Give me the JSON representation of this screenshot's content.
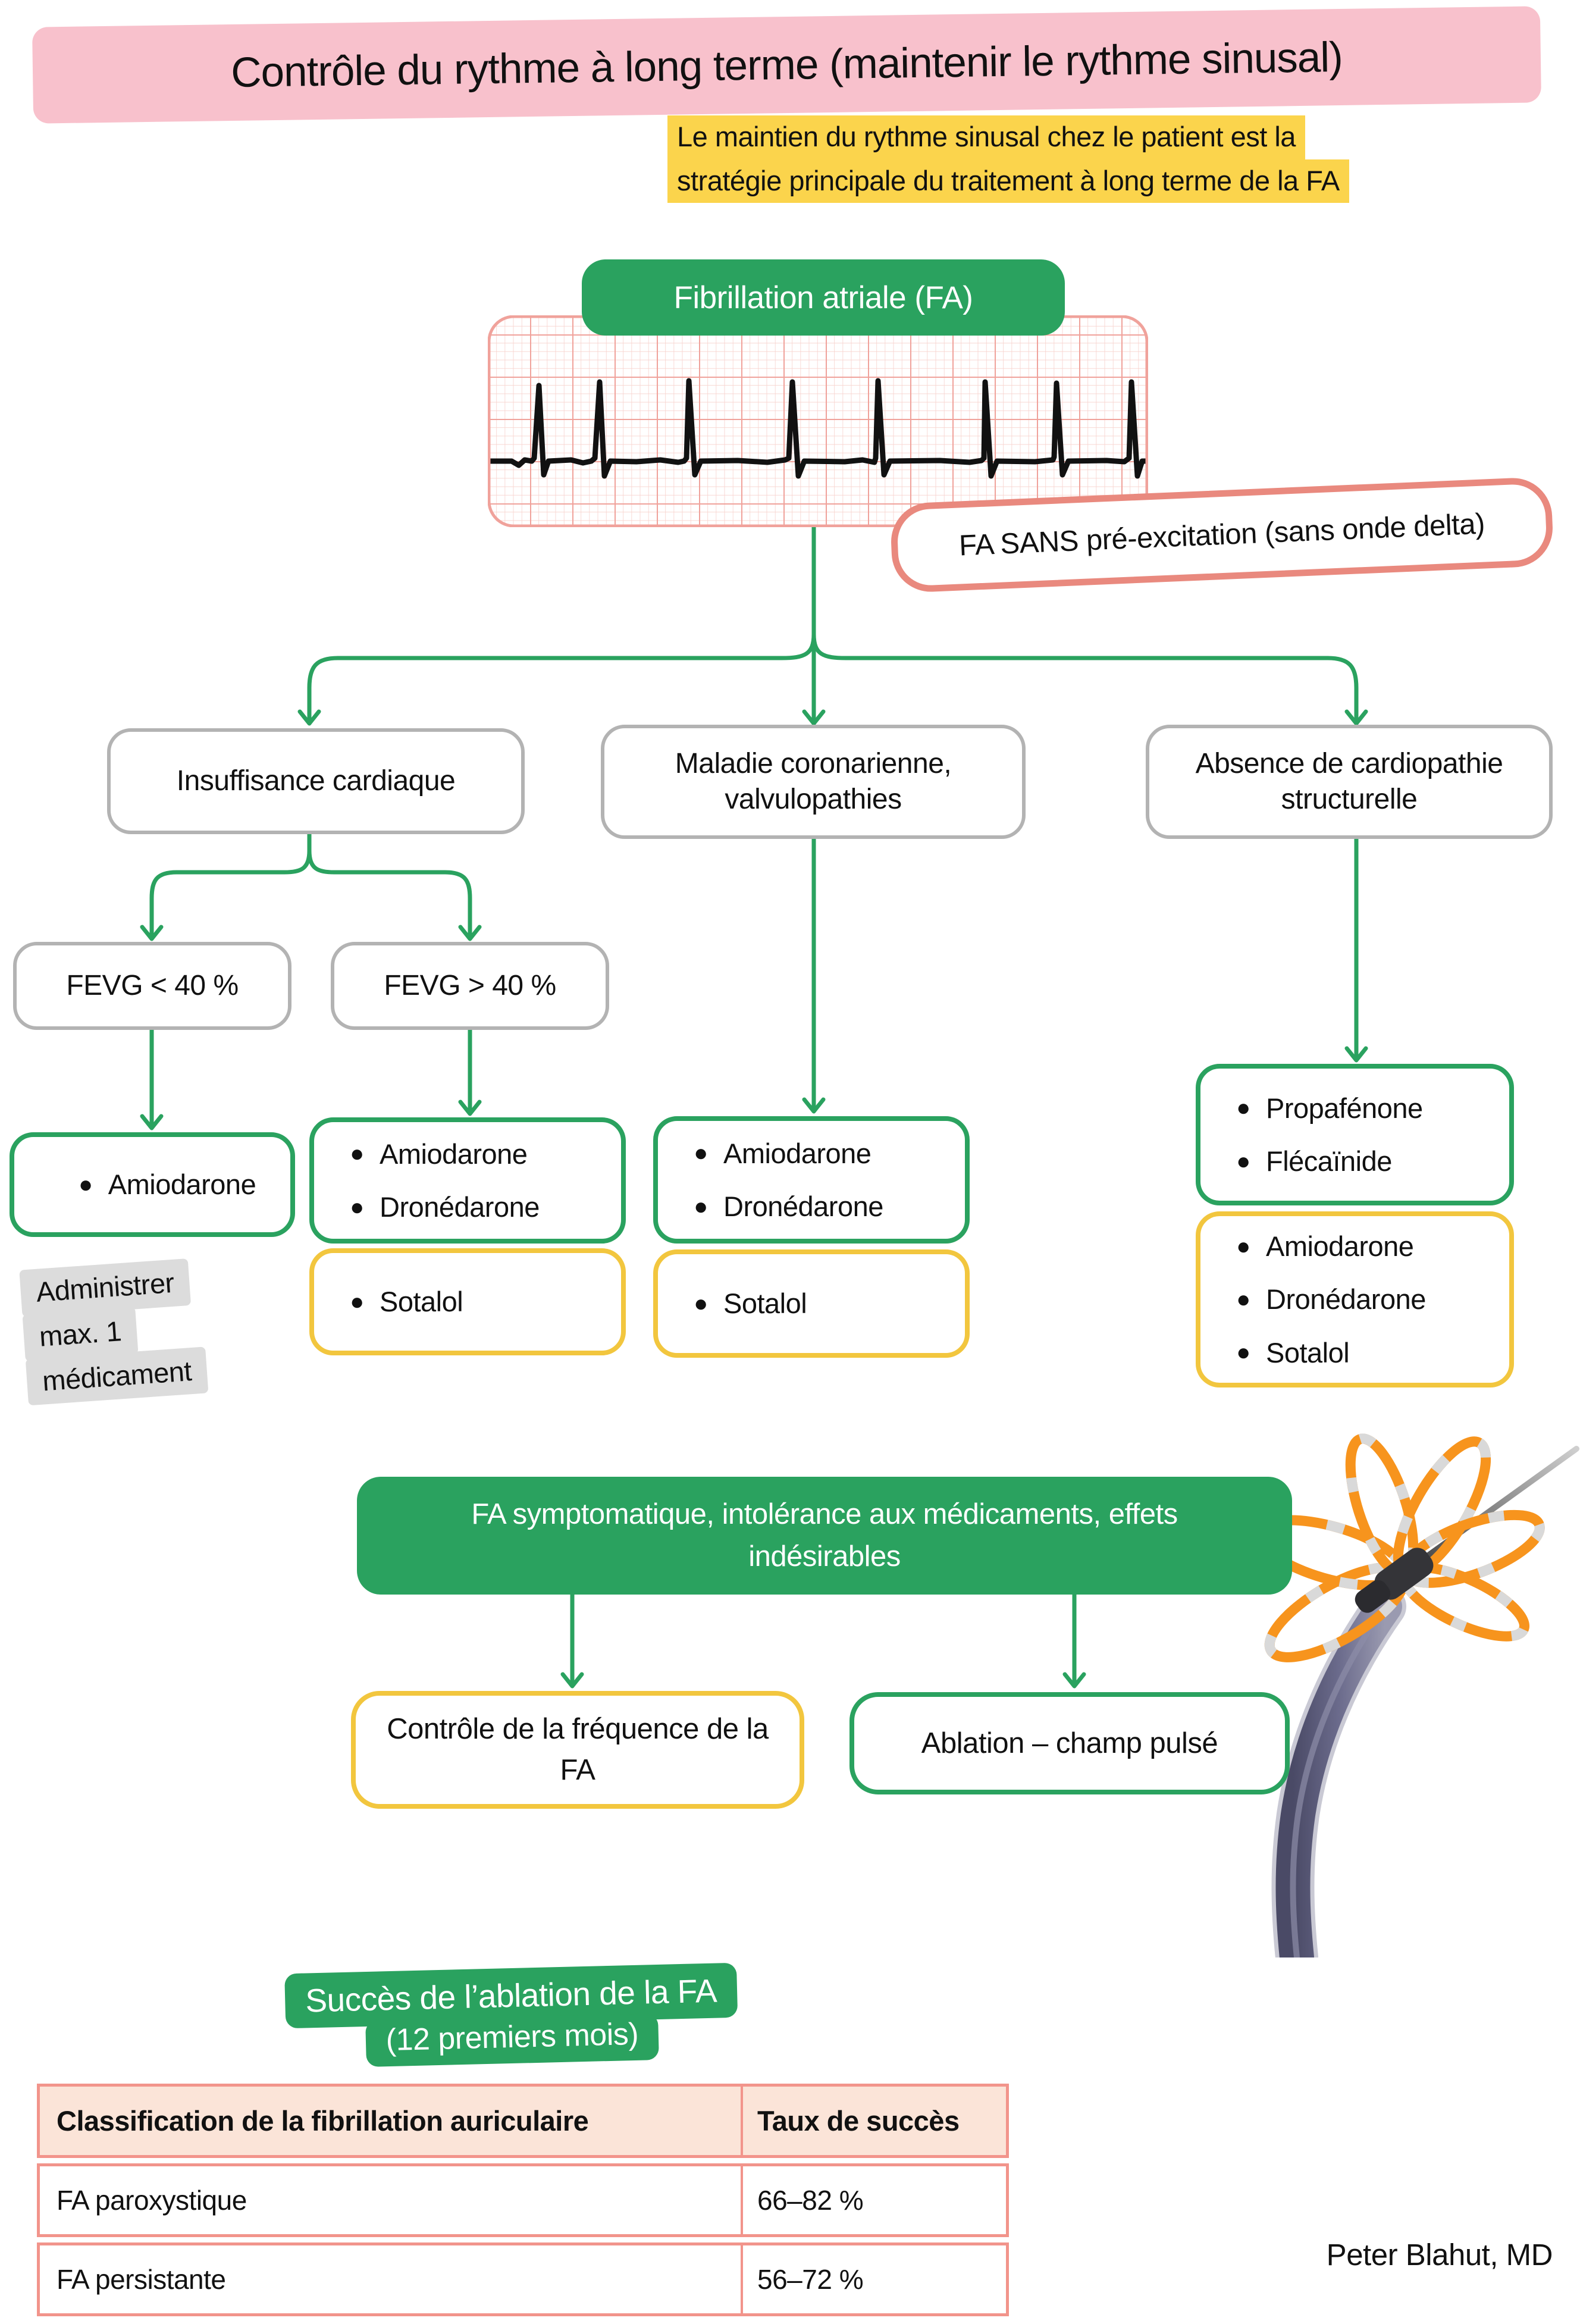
{
  "title": "Contrôle du rythme à long terme (maintenir le rythme sinusal)",
  "subtitle_lines": [
    "Le maintien du rythme sinusal chez le patient est la",
    "stratégie principale du traitement à long terme de la FA"
  ],
  "root_label": "Fibrillation atriale (FA)",
  "callout": "FA SANS pré-excitation (sans onde delta)",
  "branches": {
    "heart_failure": "Insuffisance cardiaque",
    "coronary": "Maladie coronarienne, valvulopathies",
    "no_structural": "Absence de cardiopathie structurelle"
  },
  "fevg": {
    "low": "FEVG < 40 %",
    "high": "FEVG > 40 %"
  },
  "meds": {
    "hf_low_green": [
      "Amiodarone"
    ],
    "hf_high_green": [
      "Amiodarone",
      "Dronédarone"
    ],
    "hf_high_yellow": [
      "Sotalol"
    ],
    "cad_green": [
      "Amiodarone",
      "Dronédarone"
    ],
    "cad_yellow": [
      "Sotalol"
    ],
    "nsh_green": [
      "Propafénone",
      "Flécaïnide"
    ],
    "nsh_yellow": [
      "Amiodarone",
      "Dronédarone",
      "Sotalol"
    ]
  },
  "note_lines": [
    "Administrer",
    "max. 1",
    "médicament"
  ],
  "symptomatic_label": "FA symptomatique, intolérance aux médicaments, effets indésirables",
  "outcomes": {
    "rate_control": "Contrôle de la fréquence de la FA",
    "ablation": "Ablation – champ pulsé"
  },
  "success_title_lines": [
    "Succès de l’ablation de la FA",
    "(12 premiers mois)"
  ],
  "table": {
    "headers": [
      "Classification de la fibrillation auriculaire",
      "Taux de succès"
    ],
    "rows": [
      [
        "FA paroxystique",
        "66–82 %"
      ],
      [
        "FA persistante",
        "56–72 %"
      ]
    ]
  },
  "signature": "Peter Blahut, MD",
  "icons": {
    "illustration": "pulsed-field-ablation-catheter"
  },
  "colors": {
    "green": "#2aa25f",
    "yellow_border": "#f2c63e",
    "yellow_highlight": "#fbd44c",
    "pink_title": "#f8c1cc",
    "salmon_border": "#e9897e",
    "table_border": "#f2948b",
    "table_header_bg": "#fbe4d8",
    "gray_border": "#b3b3b3",
    "note_bg": "#dcdcdc",
    "ecg_grid_minor": "#f7d2cd",
    "ecg_grid_major": "#f0a29b",
    "catheter_orange": "#f7941d",
    "catheter_shaft": "#5b5b78"
  }
}
